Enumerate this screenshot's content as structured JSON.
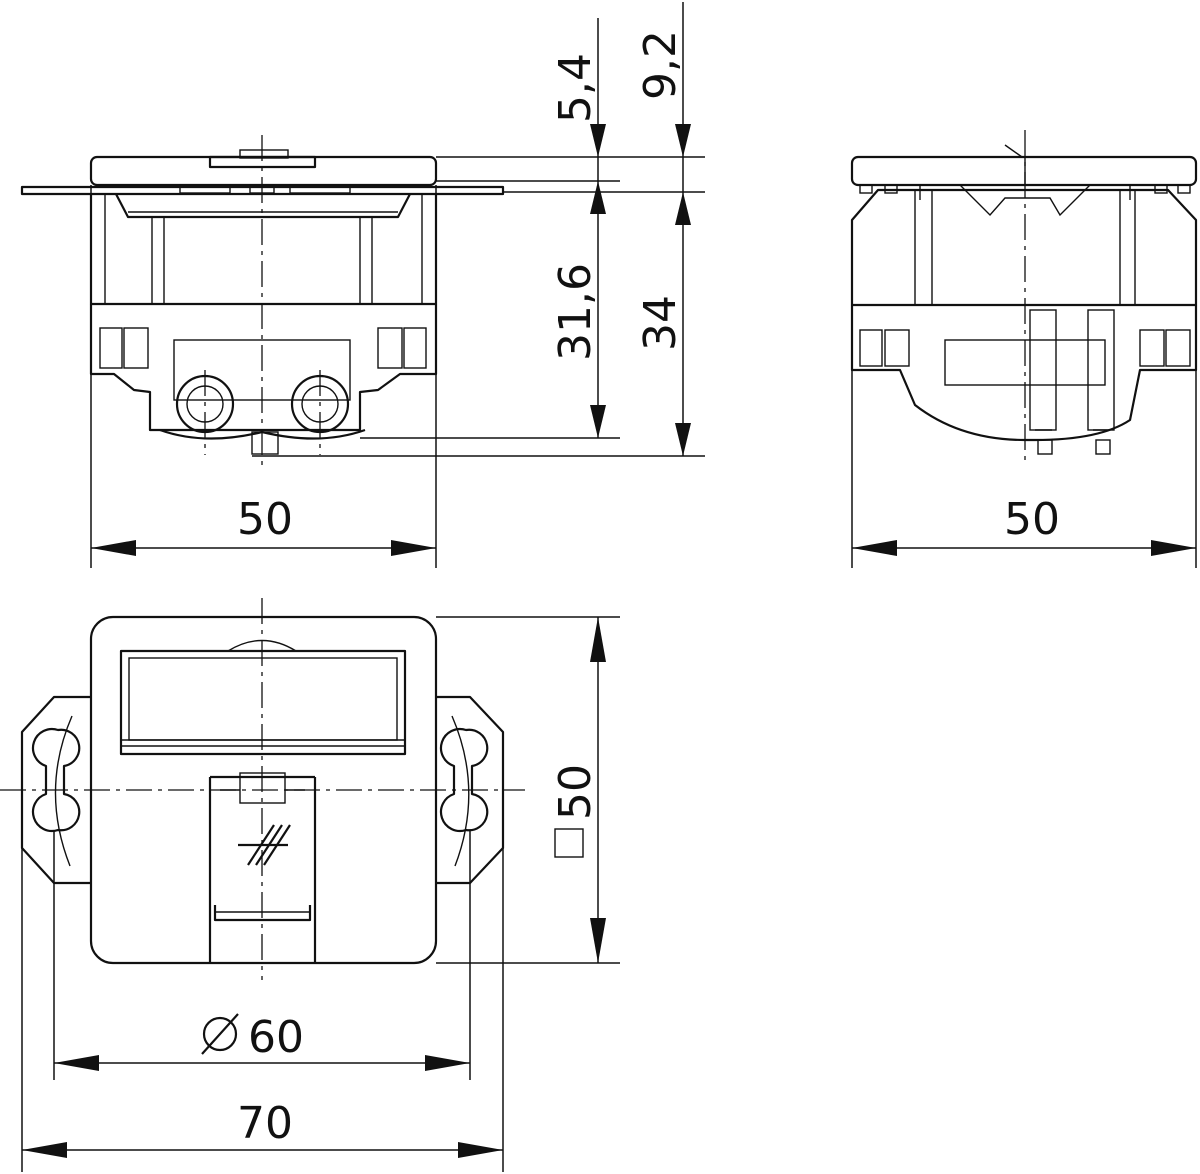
{
  "dimensions": {
    "front_width": "50",
    "side_width": "50",
    "plate_thickness": "5,4",
    "total_height_top": "9,2",
    "body_depth": "31,6",
    "total_depth": "34",
    "square_frame": "50",
    "mount_diameter": "60",
    "overall_width": "70"
  },
  "symbols": {
    "diameter": "diameter-symbol",
    "square": "square-symbol",
    "shield": "shielding-symbol"
  }
}
